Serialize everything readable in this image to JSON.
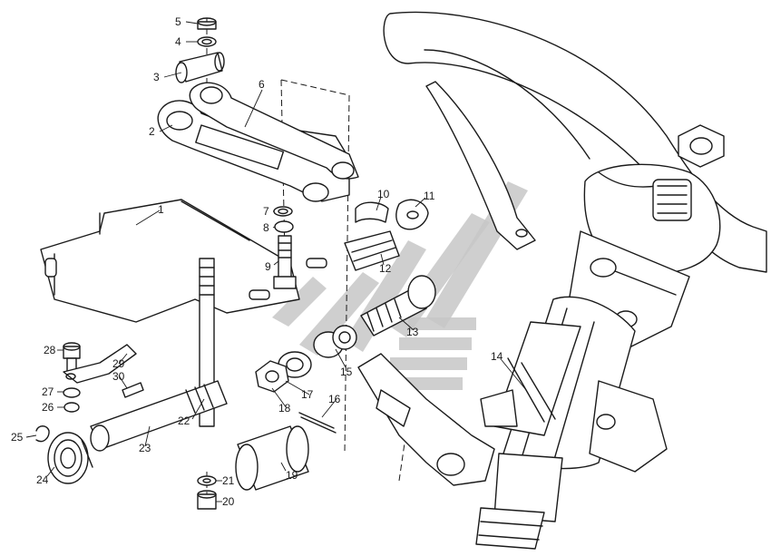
{
  "diagram": {
    "callouts": [
      {
        "id": "1",
        "text": "1"
      },
      {
        "id": "2",
        "text": "2"
      },
      {
        "id": "3",
        "text": "3"
      },
      {
        "id": "4",
        "text": "4"
      },
      {
        "id": "5",
        "text": "5"
      },
      {
        "id": "6",
        "text": "6"
      },
      {
        "id": "7",
        "text": "7"
      },
      {
        "id": "8",
        "text": "8"
      },
      {
        "id": "9",
        "text": "9"
      },
      {
        "id": "10",
        "text": "10"
      },
      {
        "id": "11",
        "text": "11"
      },
      {
        "id": "12",
        "text": "12"
      },
      {
        "id": "13",
        "text": "13"
      },
      {
        "id": "14",
        "text": "14"
      },
      {
        "id": "15",
        "text": "15"
      },
      {
        "id": "16",
        "text": "16"
      },
      {
        "id": "17",
        "text": "17"
      },
      {
        "id": "18",
        "text": "18"
      },
      {
        "id": "19",
        "text": "19"
      },
      {
        "id": "20",
        "text": "20"
      },
      {
        "id": "21",
        "text": "21"
      },
      {
        "id": "22",
        "text": "22"
      },
      {
        "id": "23",
        "text": "23"
      },
      {
        "id": "24",
        "text": "24"
      },
      {
        "id": "25",
        "text": "25"
      },
      {
        "id": "26",
        "text": "26"
      },
      {
        "id": "27",
        "text": "27"
      },
      {
        "id": "28",
        "text": "28"
      },
      {
        "id": "29",
        "text": "29"
      },
      {
        "id": "30",
        "text": "30"
      }
    ],
    "colors": {
      "line": "#1a1a1a",
      "background": "#ffffff",
      "watermark": "#c7c7c7"
    }
  }
}
